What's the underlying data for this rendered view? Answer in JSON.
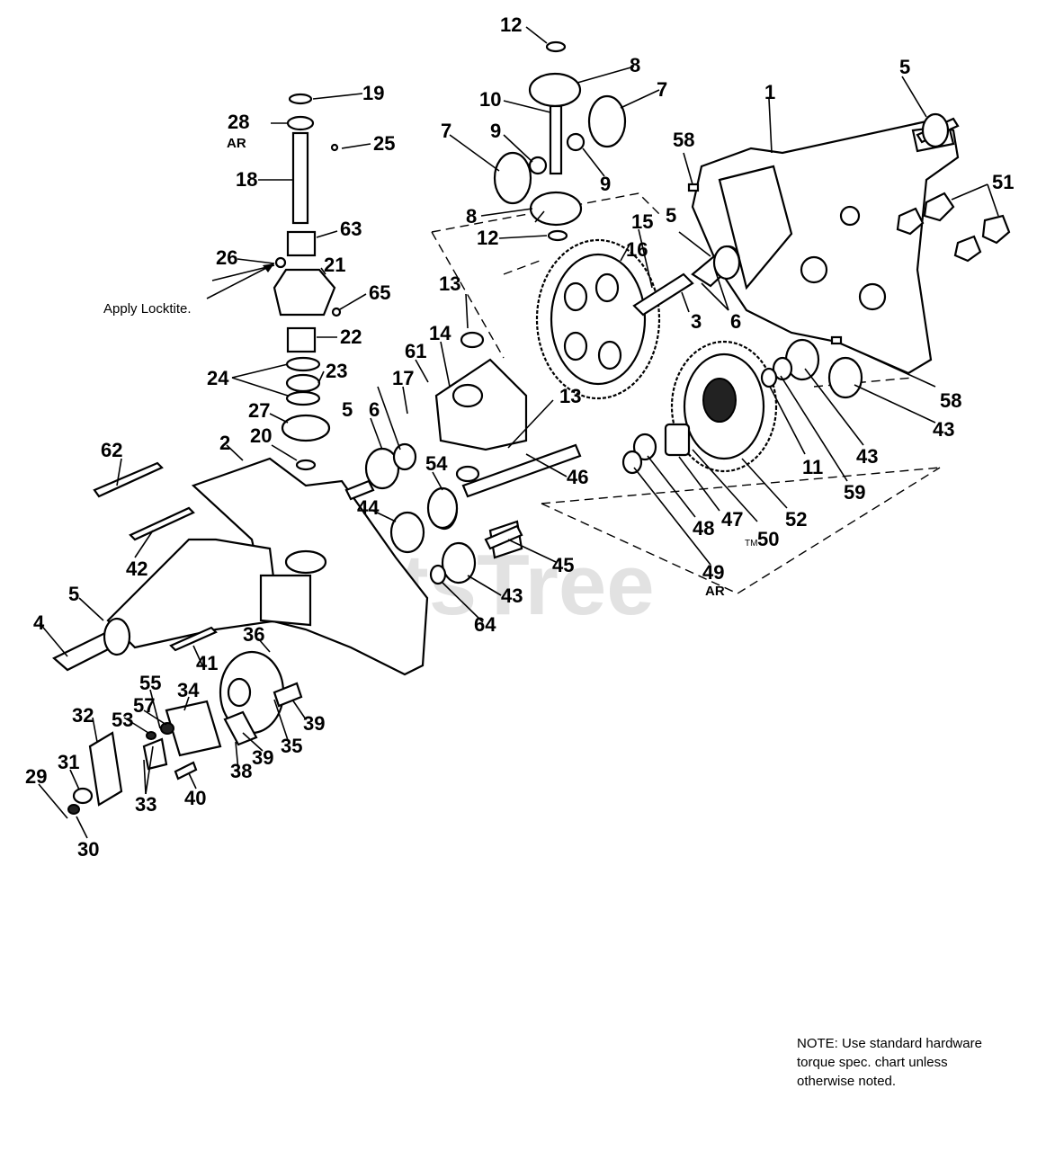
{
  "watermark": "PartsTree",
  "annotation": "Apply Locktite.",
  "note_lines": [
    "NOTE: Use standard hardware",
    "torque spec. chart unless",
    "otherwise noted."
  ],
  "trademark_mark": "TM",
  "callouts": {
    "p1": "1",
    "p2": "2",
    "p3": "3",
    "p4": "4",
    "p5a": "5",
    "p5b": "5",
    "p5c": "5",
    "p5d": "5",
    "p6a": "6",
    "p6b": "6",
    "p7a": "7",
    "p7b": "7",
    "p8a": "8",
    "p8b": "8",
    "p9a": "9",
    "p9b": "9",
    "p10": "10",
    "p11": "11",
    "p12a": "12",
    "p12b": "12",
    "p13a": "13",
    "p13b": "13",
    "p14": "14",
    "p15": "15",
    "p16": "16",
    "p17": "17",
    "p18": "18",
    "p19": "19",
    "p20": "20",
    "p21": "21",
    "p22": "22",
    "p23": "23",
    "p24": "24",
    "p25": "25",
    "p26": "26",
    "p27": "27",
    "p28": "28",
    "p28_ar": "AR",
    "p29": "29",
    "p30": "30",
    "p31": "31",
    "p32": "32",
    "p33": "33",
    "p34": "34",
    "p35": "35",
    "p36": "36",
    "p38": "38",
    "p39a": "39",
    "p39b": "39",
    "p40": "40",
    "p41": "41",
    "p42": "42",
    "p43a": "43",
    "p43b": "43",
    "p43c": "43",
    "p44": "44",
    "p45": "45",
    "p46": "46",
    "p47": "47",
    "p48": "48",
    "p49": "49",
    "p49_ar": "AR",
    "p50": "50",
    "p51": "51",
    "p52": "52",
    "p53": "53",
    "p54": "54",
    "p55": "55",
    "p57": "57",
    "p58a": "58",
    "p58b": "58",
    "p59": "59",
    "p61": "61",
    "p62": "62",
    "p63": "63",
    "p64": "64",
    "p65": "65"
  }
}
